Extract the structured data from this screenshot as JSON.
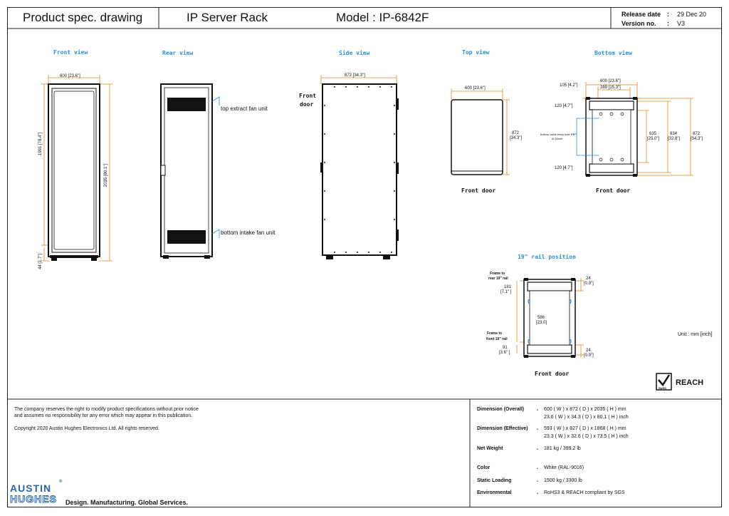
{
  "header": {
    "doc_title": "Product spec. drawing",
    "product": "IP Server Rack",
    "model": "Model : IP-6842F",
    "release_label": "Release date",
    "release_value": "29 Dec 20",
    "version_label": "Version no.",
    "version_value": "V3",
    "colon": ":"
  },
  "views": {
    "front": "Front view",
    "rear": "Rear view",
    "side": "Side view",
    "top": "Top view",
    "bottom": "Bottom view",
    "rail": "19\" rail position"
  },
  "labels": {
    "top_fan": "top extract fan unit",
    "bottom_fan": "bottom intake fan unit",
    "front_side_1": "Front",
    "front_side_2": "door",
    "front_door": "Front door",
    "unit": "Unit : mm [inch]",
    "cable_entry_1": "bottom cable entry hole x 6",
    "cable_entry_2": "Ø 50mm",
    "frame_rear_1": "Frame to",
    "frame_rear_2": "rear 19\" rail",
    "frame_front_1": "Frame to",
    "frame_front_2": "front 19\" rail",
    "reach": "REACH",
    "rohs": "RoHS"
  },
  "dims": {
    "front_width": "600 [23.6\"]",
    "front_height": "1991 [78.4\"]",
    "front_total": "2035 [80.1\"]",
    "front_base": "44 [1.7\"]",
    "side_depth": "872 [34.3\"]",
    "top_width": "600 [23.6\"]",
    "top_depth_1": "872",
    "top_depth_2": "[34.3\"]",
    "bot_w1": "600 [23.6\"]",
    "bot_w2": "389 [15.3\"]",
    "bot_w3": "105 [4.2\"]",
    "bot_120a": "120 [4.7\"]",
    "bot_120b": "120 [4.7\"]",
    "bot_d1a": "635",
    "bot_d1b": "[25.0\"]",
    "bot_d2a": "834",
    "bot_d2b": "[32.8\"]",
    "bot_d3a": "872",
    "bot_d3b": "[34.3\"]",
    "rail_24a": "24",
    "rail_24a_in": "[0.9\"]",
    "rail_181": "181",
    "rail_181_in": "[7.1\" ]",
    "rail_586": "586",
    "rail_586_in": "[23.0]",
    "rail_91": "91",
    "rail_91_in": "[3.6\" ]",
    "rail_24b": "24",
    "rail_24b_in": "[0.9\"]"
  },
  "footer": {
    "disclaimer_1": "The company reserves the right to modify product specifications without prior notice",
    "disclaimer_2": "and assumes no responsibility for any error which may appear in this publication.",
    "copyright": "Copyright 2020 Austin Hughes Electronics Ltd. All rights reserved.",
    "brand_1": "AUSTIN",
    "brand_2": "HUGHES",
    "registered": "®",
    "tagline": "Design. Manufacturing. Global Services."
  },
  "specs": [
    {
      "label": "Dimension (Overall)",
      "lines": [
        "600 ( W ) x 872 ( D ) x 2035 ( H ) mm",
        "23.6 ( W ) x 34.3 ( D ) x 80.1 ( H ) inch"
      ]
    },
    {
      "label": "Dimension (Effective)",
      "lines": [
        "593 ( W ) x 827 ( D ) x 1868 ( H ) mm",
        "23.3 ( W ) x 32.6 ( D ) x 73.5 ( H ) inch"
      ]
    },
    {
      "label": "Net Weight",
      "lines": [
        "181 kg / 399.2 lb"
      ]
    },
    {
      "label": "Color",
      "lines": [
        "White (RAL-9016)"
      ]
    },
    {
      "label": "Static Loading",
      "lines": [
        "1500 kg / 3300 lb"
      ]
    },
    {
      "label": "Environmental",
      "lines": [
        "RoHS3 &  REACH compliant by SGS"
      ]
    }
  ],
  "colors": {
    "dimension": "#e08a1e",
    "view_title": "#2b8fd6",
    "callout": "#2b8fd6",
    "brand": "#2a64b0"
  }
}
